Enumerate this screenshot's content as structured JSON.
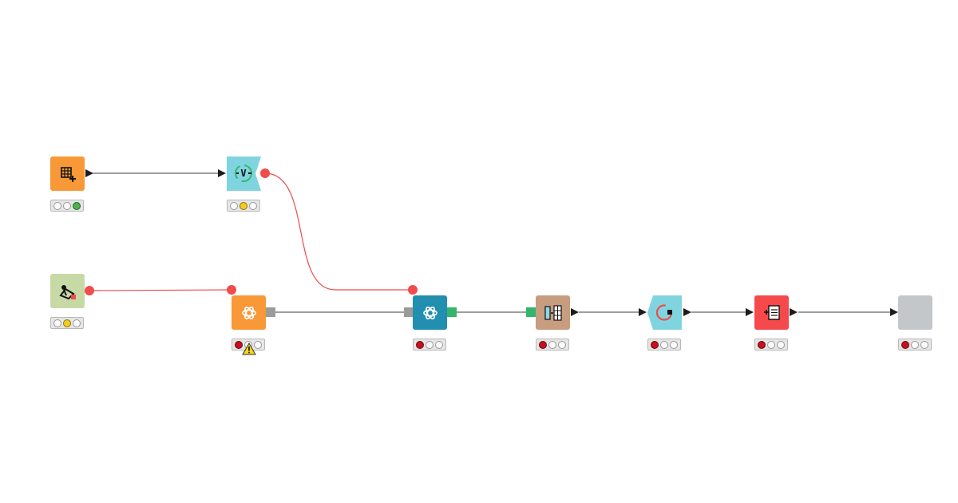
{
  "workflow": {
    "nodes": [
      {
        "id": "table-creator",
        "icon": "table-add-icon",
        "color": "#f89837",
        "status": [
          "off",
          "off",
          "green"
        ]
      },
      {
        "id": "variable-loop",
        "icon": "variable-loop-icon",
        "color": "#80d4e0",
        "status": [
          "off",
          "yellow",
          "off"
        ]
      },
      {
        "id": "credentials",
        "icon": "credentials-icon",
        "color": "#c7d9a5",
        "status": [
          "off",
          "yellow",
          "off"
        ]
      },
      {
        "id": "openai-authenticator",
        "icon": "openai-icon",
        "color": "#f89837",
        "status": [
          "red",
          "off",
          "off"
        ],
        "warning": true
      },
      {
        "id": "openai-connector",
        "icon": "openai-icon",
        "color": "#228eb0",
        "status": [
          "red",
          "off",
          "off"
        ]
      },
      {
        "id": "llm-prompter",
        "icon": "prompter-icon",
        "color": "#c79c7f",
        "status": [
          "red",
          "off",
          "off"
        ]
      },
      {
        "id": "loop-end",
        "icon": "loop-end-icon",
        "color": "#80d4e0",
        "status": [
          "red",
          "off",
          "off"
        ]
      },
      {
        "id": "table-writer",
        "icon": "table-writer-icon",
        "color": "#f5494b",
        "status": [
          "red",
          "off",
          "off"
        ]
      },
      {
        "id": "empty-node",
        "icon": "",
        "color": "#c4c7ca",
        "status": [
          "red",
          "off",
          "off"
        ]
      }
    ],
    "colors": {
      "data_connection": "#3d3d3d",
      "flow_variable_connection": "#f04c4c",
      "model_port": "#9b9b9b",
      "llm_port": "#35b56c",
      "warning": "#f6d21c"
    }
  }
}
